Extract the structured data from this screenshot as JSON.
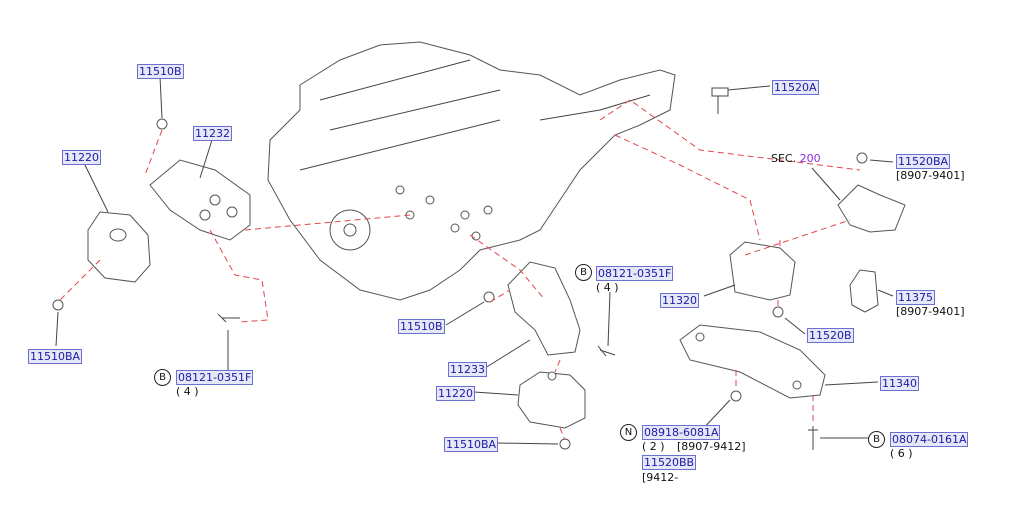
{
  "callouts": {
    "p_11510B_top": "11510B",
    "p_11232": "11232",
    "p_11220_left": "11220",
    "p_11510BA_left": "11510BA",
    "p_08121_left": "08121-0351F",
    "qty_left": "( 4 )",
    "p_11520A": "11520A",
    "sec_label": "SEC.",
    "sec_num": "200",
    "p_11520BA": "11520BA",
    "range_11520BA": "[8907-9401]",
    "p_08121_mid": "08121-0351F",
    "qty_mid": "( 4 )",
    "p_11320": "11320",
    "p_11375": "11375",
    "range_11375": "[8907-9401]",
    "p_11510B_mid": "11510B",
    "p_11520B": "11520B",
    "p_11233": "11233",
    "p_11340": "11340",
    "p_11220_mid": "11220",
    "p_08918": "08918-6081A",
    "qty_08918": "( 2 )",
    "range_08918": "[8907-9412]",
    "p_11510BA_mid": "11510BA",
    "p_11520BB": "11520BB",
    "range_11520BB": "[9412-",
    "p_08074": "08074-0161A",
    "qty_08074": "( 6 )"
  },
  "markers": {
    "b_left": "B",
    "b_mid": "B",
    "n_mark": "N",
    "b_right": "B"
  },
  "colors": {
    "callout_text": "#1a1aa8",
    "callout_bg": "#e6e8f8",
    "dash_line": "#e0474c",
    "sec_number": "#8a2be2"
  }
}
